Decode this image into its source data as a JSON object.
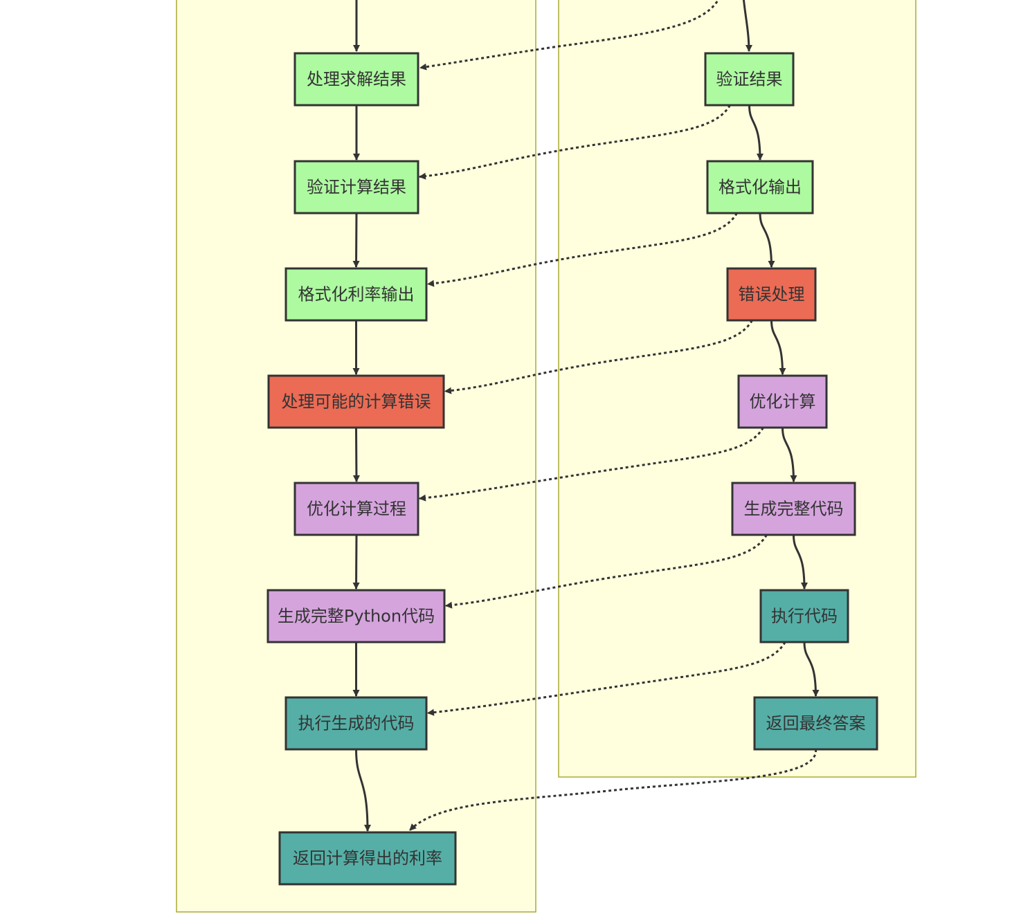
{
  "colors": {
    "cluster_fill": "#ffffde",
    "cluster_stroke": "#aaaa33",
    "node_stroke": "#333333",
    "edge": "#333333",
    "text": "#333333",
    "green": "#adfaa0",
    "red": "#eb6b55",
    "purple": "#d5a4dd",
    "teal": "#55afa6"
  },
  "left_nodes": [
    {
      "id": "l1",
      "label": "处理求解结果",
      "color": "green"
    },
    {
      "id": "l2",
      "label": "验证计算结果",
      "color": "green"
    },
    {
      "id": "l3",
      "label": "格式化利率输出",
      "color": "green"
    },
    {
      "id": "l4",
      "label": "处理可能的计算错误",
      "color": "red"
    },
    {
      "id": "l5",
      "label": "优化计算过程",
      "color": "purple"
    },
    {
      "id": "l6",
      "label": "生成完整Python代码",
      "color": "purple"
    },
    {
      "id": "l7",
      "label": "执行生成的代码",
      "color": "teal"
    },
    {
      "id": "l8",
      "label": "返回计算得出的利率",
      "color": "teal"
    }
  ],
  "right_nodes": [
    {
      "id": "r1",
      "label": "验证结果",
      "color": "green"
    },
    {
      "id": "r2",
      "label": "格式化输出",
      "color": "green"
    },
    {
      "id": "r3",
      "label": "错误处理",
      "color": "red"
    },
    {
      "id": "r4",
      "label": "优化计算",
      "color": "purple"
    },
    {
      "id": "r5",
      "label": "生成完整代码",
      "color": "purple"
    },
    {
      "id": "r6",
      "label": "执行代码",
      "color": "teal"
    },
    {
      "id": "r7",
      "label": "返回最终答案",
      "color": "teal"
    }
  ],
  "solid_edges": [
    [
      "l1",
      "l2"
    ],
    [
      "l2",
      "l3"
    ],
    [
      "l3",
      "l4"
    ],
    [
      "l4",
      "l5"
    ],
    [
      "l5",
      "l6"
    ],
    [
      "l6",
      "l7"
    ],
    [
      "l7",
      "l8"
    ],
    [
      "r1",
      "r2"
    ],
    [
      "r2",
      "r3"
    ],
    [
      "r3",
      "r4"
    ],
    [
      "r4",
      "r5"
    ],
    [
      "r5",
      "r6"
    ],
    [
      "r6",
      "r7"
    ]
  ],
  "dotted_edges": [
    [
      "r1",
      "l2"
    ],
    [
      "r2",
      "l3"
    ],
    [
      "r3",
      "l4"
    ],
    [
      "r4",
      "l5"
    ],
    [
      "r5",
      "l6"
    ],
    [
      "r6",
      "l7"
    ],
    [
      "r7",
      "l8"
    ]
  ]
}
